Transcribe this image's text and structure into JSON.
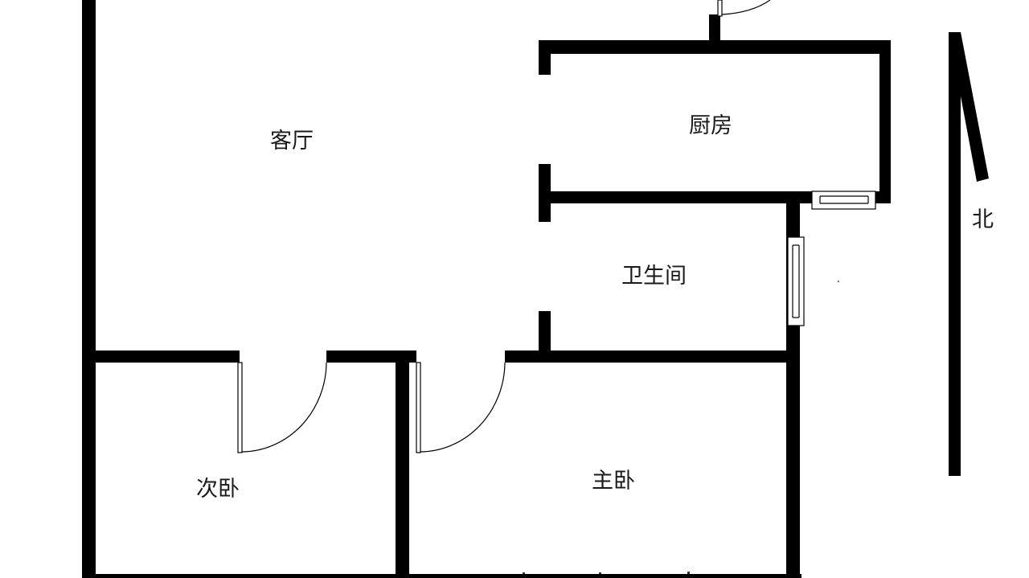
{
  "rooms": {
    "living_room": "客厅",
    "kitchen": "厨房",
    "bathroom": "卫生间",
    "second_bedroom": "次卧",
    "master_bedroom": "主卧"
  },
  "compass": {
    "north": "北"
  }
}
